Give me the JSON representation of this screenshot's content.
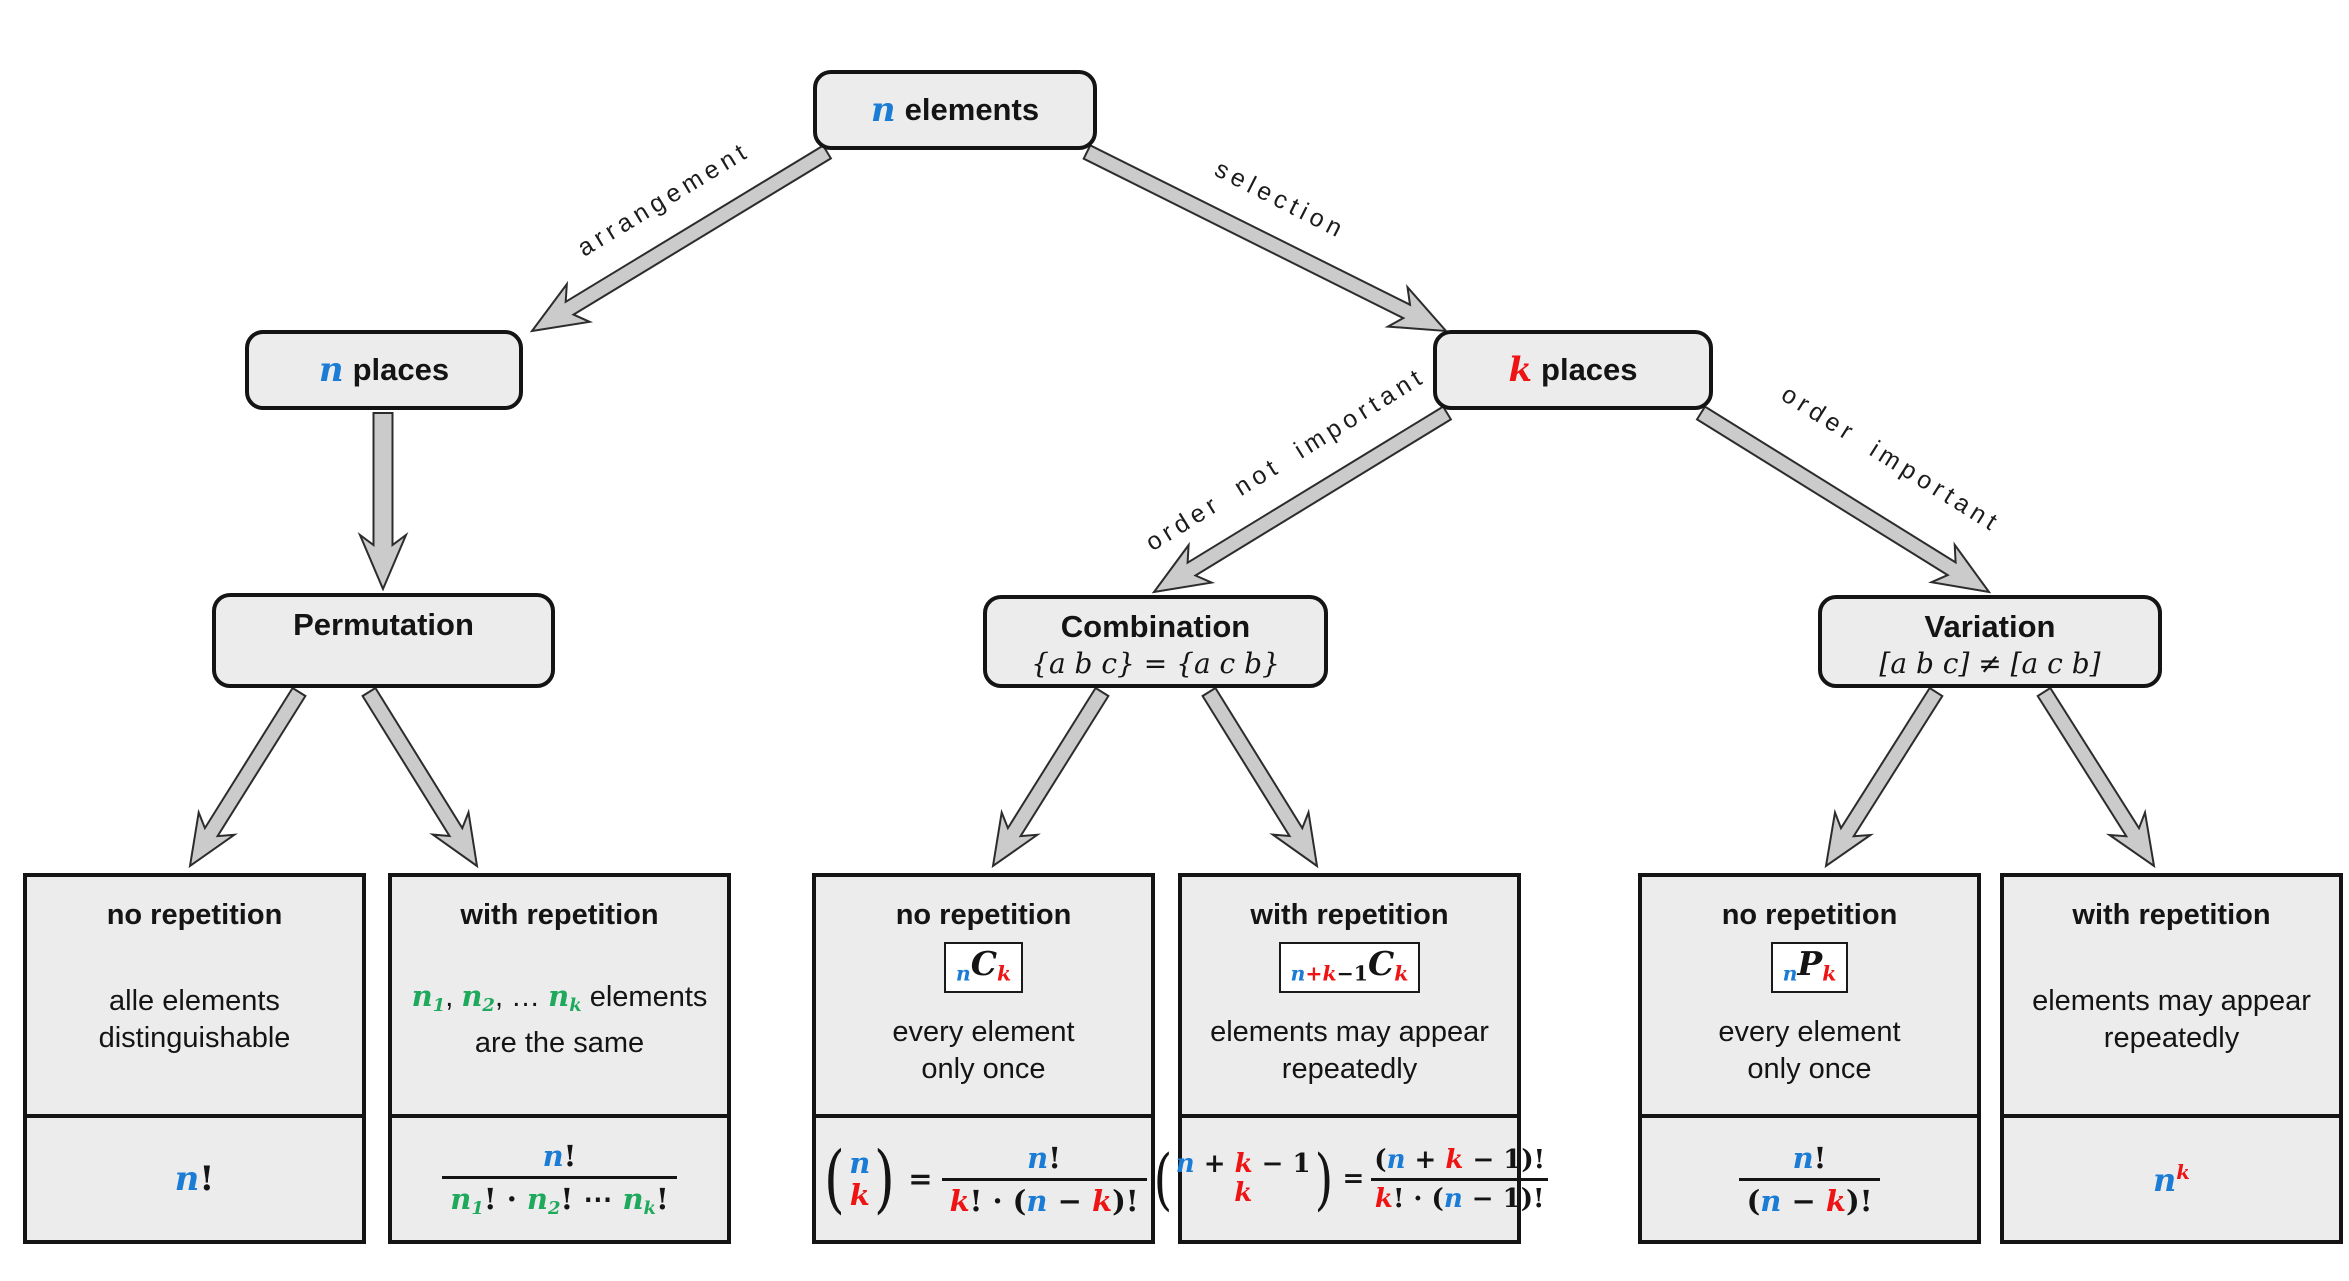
{
  "palette": {
    "blue": "#1B7CD6",
    "red": "#EE1414",
    "green": "#1EA95C",
    "box_fill": "#ECECEC",
    "arrow_fill": "#CBCBCB"
  },
  "edges": {
    "arrangement": "arrangement",
    "selection": "selection",
    "order_not_important": "order not important",
    "order_important": "order important"
  },
  "nodes": {
    "root": {
      "variable": "n",
      "label": "elements"
    },
    "n_places": {
      "variable": "n",
      "label": "places"
    },
    "k_places": {
      "variable": "k",
      "label": "places"
    }
  },
  "categories": {
    "permutation": {
      "title": "Permutation",
      "subtitle": ""
    },
    "combination": {
      "title": "Combination",
      "subtitle": "{a b c} = {a c b}"
    },
    "variation": {
      "title": "Variation",
      "subtitle": "[a b c] ≠ [a c b]"
    }
  },
  "leaves": [
    {
      "title": "no repetition",
      "desc_line1": [
        {
          "t": "alle elements"
        }
      ],
      "desc_line2": "distinguishable",
      "formula": {
        "main": [
          {
            "t": "n",
            "c": "blue",
            "m": 1
          },
          {
            "t": "!"
          }
        ]
      }
    },
    {
      "title": "with repetition",
      "desc_line1": [
        {
          "t": "n",
          "c": "green",
          "m": 1
        },
        {
          "t": "1",
          "c": "green",
          "m": 1,
          "v": "sub"
        },
        {
          "t": ", "
        },
        {
          "t": "n",
          "c": "green",
          "m": 1
        },
        {
          "t": "2",
          "c": "green",
          "m": 1,
          "v": "sub"
        },
        {
          "t": ", … "
        },
        {
          "t": "n",
          "c": "green",
          "m": 1
        },
        {
          "t": "k",
          "c": "green",
          "m": 1,
          "v": "sub"
        },
        {
          "t": " elements"
        }
      ],
      "desc_line2": "are the same",
      "formula": {
        "num": [
          {
            "t": "n",
            "c": "blue",
            "m": 1
          },
          {
            "t": "!"
          }
        ],
        "den": [
          {
            "t": "n",
            "c": "green",
            "m": 1
          },
          {
            "t": "1",
            "c": "green",
            "m": 1,
            "v": "sub"
          },
          {
            "t": "! · "
          },
          {
            "t": "n",
            "c": "green",
            "m": 1
          },
          {
            "t": "2",
            "c": "green",
            "m": 1,
            "v": "sub"
          },
          {
            "t": "! ⋯ "
          },
          {
            "t": "n",
            "c": "green",
            "m": 1
          },
          {
            "t": "k",
            "c": "green",
            "m": 1,
            "v": "sub"
          },
          {
            "t": "!"
          }
        ]
      }
    },
    {
      "title": "no repetition",
      "badge": [
        {
          "t": "n",
          "c": "blue",
          "m": 1,
          "v": "sub"
        },
        {
          "t": "C",
          "m": 1
        },
        {
          "t": "k",
          "c": "red",
          "m": 1,
          "v": "sub"
        }
      ],
      "desc_line1": [
        {
          "t": "every element"
        }
      ],
      "desc_line2": "only once",
      "formula": {
        "binom_num": [
          {
            "t": "n",
            "c": "blue",
            "m": 1
          }
        ],
        "binom_den": [
          {
            "t": "k",
            "c": "red",
            "m": 1
          }
        ],
        "eq": "=",
        "num": [
          {
            "t": "n",
            "c": "blue",
            "m": 1
          },
          {
            "t": "!"
          }
        ],
        "den": [
          {
            "t": "k",
            "c": "red",
            "m": 1
          },
          {
            "t": "! · ("
          },
          {
            "t": "n",
            "c": "blue",
            "m": 1
          },
          {
            "t": " − "
          },
          {
            "t": "k",
            "c": "red",
            "m": 1
          },
          {
            "t": ")!"
          }
        ]
      }
    },
    {
      "title": "with repetition",
      "badge": [
        {
          "t": "n",
          "c": "blue",
          "m": 1,
          "v": "sub"
        },
        {
          "t": "+",
          "c": "red",
          "v": "sub"
        },
        {
          "t": "k",
          "c": "red",
          "m": 1,
          "v": "sub"
        },
        {
          "t": "−",
          "v": "sub"
        },
        {
          "t": "1",
          "v": "sub"
        },
        {
          "t": "C",
          "m": 1
        },
        {
          "t": "k",
          "c": "red",
          "m": 1,
          "v": "sub"
        }
      ],
      "desc_line1": [
        {
          "t": "elements may appear"
        }
      ],
      "desc_line2": "repeatedly",
      "formula": {
        "binom_num": [
          {
            "t": "n",
            "c": "blue",
            "m": 1
          },
          {
            "t": " + "
          },
          {
            "t": "k",
            "c": "red",
            "m": 1
          },
          {
            "t": " − 1"
          }
        ],
        "binom_den": [
          {
            "t": "k",
            "c": "red",
            "m": 1
          }
        ],
        "eq": "=",
        "num": [
          {
            "t": "("
          },
          {
            "t": "n",
            "c": "blue",
            "m": 1
          },
          {
            "t": " + "
          },
          {
            "t": "k",
            "c": "red",
            "m": 1
          },
          {
            "t": " − 1)!"
          }
        ],
        "den": [
          {
            "t": "k",
            "c": "red",
            "m": 1
          },
          {
            "t": "! · ("
          },
          {
            "t": "n",
            "c": "blue",
            "m": 1
          },
          {
            "t": " − 1)!"
          }
        ]
      }
    },
    {
      "title": "no repetition",
      "badge": [
        {
          "t": "n",
          "c": "blue",
          "m": 1,
          "v": "sub"
        },
        {
          "t": "P",
          "m": 1
        },
        {
          "t": "k",
          "c": "red",
          "m": 1,
          "v": "sub"
        }
      ],
      "desc_line1": [
        {
          "t": "every element"
        }
      ],
      "desc_line2": "only once",
      "formula": {
        "num": [
          {
            "t": "n",
            "c": "blue",
            "m": 1
          },
          {
            "t": "!"
          }
        ],
        "den": [
          {
            "t": "("
          },
          {
            "t": "n",
            "c": "blue",
            "m": 1
          },
          {
            "t": " − "
          },
          {
            "t": "k",
            "c": "red",
            "m": 1
          },
          {
            "t": ")!"
          }
        ]
      }
    },
    {
      "title": "with repetition",
      "desc_line1": [
        {
          "t": "elements may appear"
        }
      ],
      "desc_line2": "repeatedly",
      "formula": {
        "main": [
          {
            "t": "n",
            "c": "blue",
            "m": 1
          },
          {
            "t": "k",
            "c": "red",
            "m": 1,
            "v": "sup"
          }
        ]
      }
    }
  ]
}
